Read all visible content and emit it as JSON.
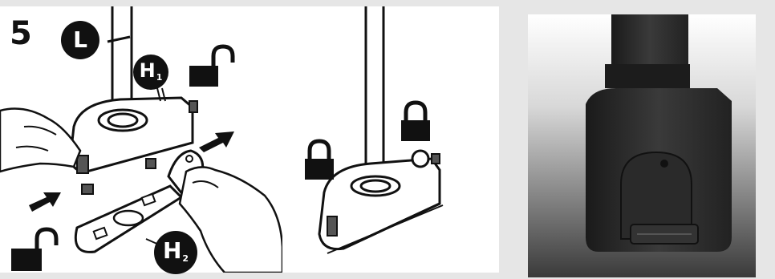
{
  "step_number": "5",
  "labels": {
    "l": "L",
    "h1_main": "H",
    "h1_sub": "1",
    "h2_main": "H",
    "h2_sub": "2"
  },
  "icons": {
    "panel1": [
      "lock-open-icon",
      "lock-open-icon"
    ],
    "panel2": [
      "lock-closed-icon",
      "lock-closed-icon"
    ]
  },
  "colors": {
    "background": "#e6e6e6",
    "panel": "#ffffff",
    "ink": "#111111",
    "photo_bg_top": "#ffffff",
    "photo_bg_bottom": "#444444"
  }
}
